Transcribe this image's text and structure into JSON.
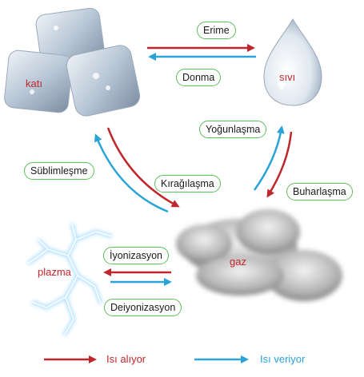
{
  "states": {
    "solid": "katı",
    "liquid": "sıvı",
    "gas": "gaz",
    "plasma": "plazma"
  },
  "processes": {
    "melting": "Erime",
    "freezing": "Donma",
    "condensation": "Yoğunlaşma",
    "evaporation": "Buharlaşma",
    "sublimation": "Süblimleşme",
    "deposition": "Kırağılaşma",
    "ionization": "İyonizasyon",
    "deionization": "Deiyonizasyon"
  },
  "legend": {
    "absorbs": "Isı alıyor",
    "releases": "Isı veriyor"
  },
  "colors": {
    "absorbs": "#c0272d",
    "releases": "#2aa4d8",
    "label_border": "#5cc05a"
  },
  "icons": {
    "solid": "ice-cubes-image",
    "liquid": "water-drop-image",
    "gas": "cloud-image",
    "plasma": "lightning-image"
  }
}
